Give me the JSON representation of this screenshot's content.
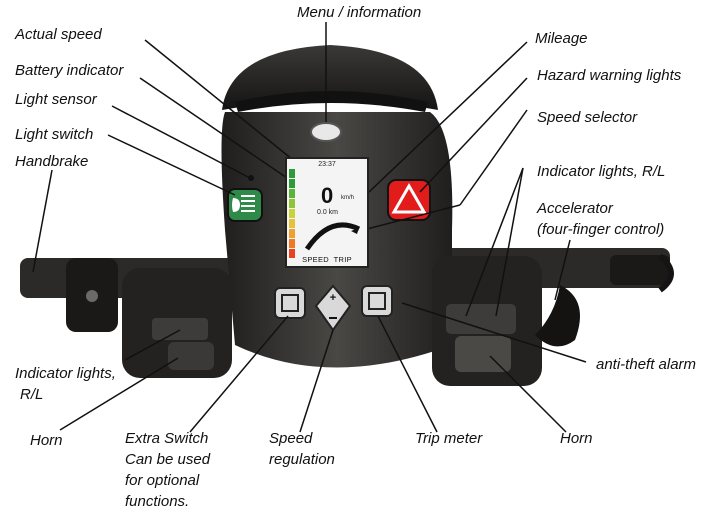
{
  "labels": {
    "menu": "Menu / information",
    "actual_speed": "Actual speed",
    "battery": "Battery indicator",
    "light_sensor": "Light sensor",
    "light_switch": "Light switch",
    "handbrake": "Handbrake",
    "mileage": "Mileage",
    "hazard": "Hazard warning lights",
    "speed_selector": "Speed selector",
    "indicator_right": "Indicator lights, R/L",
    "accelerator_1": "Accelerator",
    "accelerator_2": "(four-finger control)",
    "indicator_left_1": "Indicator lights,",
    "indicator_left_2": "R/L",
    "horn_left": "Horn",
    "extra_switch_1": "Extra Switch",
    "extra_switch_2": "Can be used",
    "extra_switch_3": "for optional",
    "extra_switch_4": "functions.",
    "speed_reg_1": "Speed",
    "speed_reg_2": "regulation",
    "trip": "Trip meter",
    "horn_right": "Horn",
    "anti_theft": "anti-theft alarm"
  },
  "display": {
    "time": "23:37",
    "speed": "0",
    "unit": "km/h",
    "distance": "0.0 km",
    "mode_left": "SPEED",
    "mode_right": "TRIP"
  },
  "colors": {
    "console": "#3b3a38",
    "console_dark": "#1e1d1c",
    "hazard_red": "#e21b1b",
    "light_green": "#2f8a4a"
  }
}
